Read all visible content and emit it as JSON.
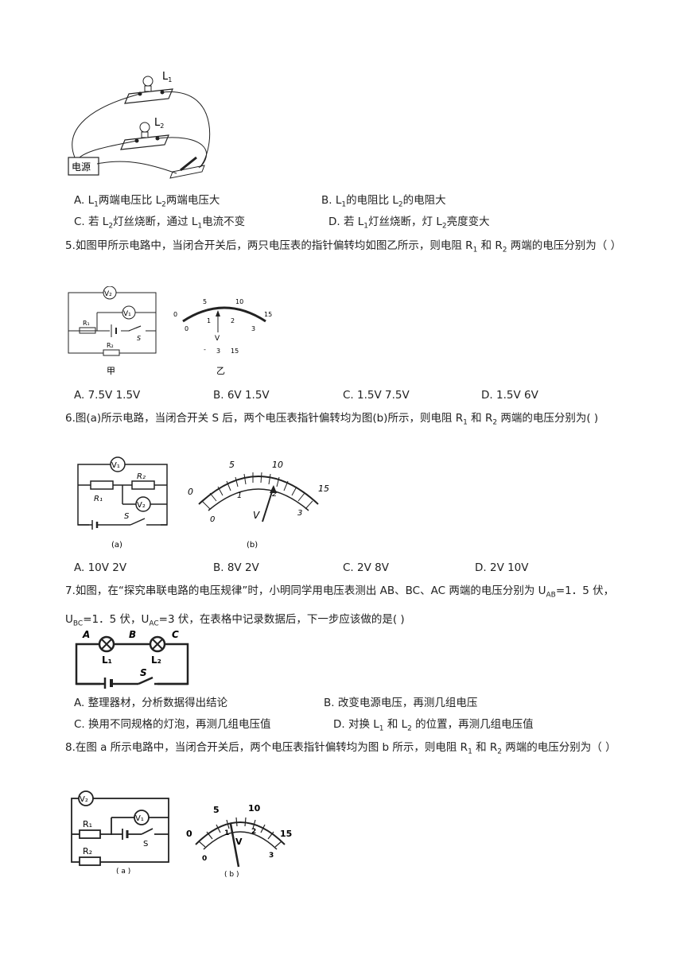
{
  "q4": {
    "figure": {
      "label_l1": "L",
      "label_l1_sub": "1",
      "label_l2": "L",
      "label_l2_sub": "2",
      "label_source": "电源"
    },
    "options": {
      "a": {
        "pre": "A. L",
        "s1": "1",
        "mid": "两端电压比 L",
        "s2": "2",
        "post": "两端电压大"
      },
      "b": {
        "pre": "B. L",
        "s1": "1",
        "mid": "的电阻比 L",
        "s2": "2",
        "post": "的电阻大"
      },
      "c": {
        "pre": "C. 若 L",
        "s1": "2",
        "mid": "灯丝烧断，通过 L",
        "s2": "1",
        "post": "电流不变"
      },
      "d": {
        "pre": "D. 若 L",
        "s1": "1",
        "mid": "灯丝烧断，灯 L",
        "s2": "2",
        "post": "亮度变大"
      }
    }
  },
  "q5": {
    "stem_a": "5.如图甲所示电路中，当闭合开关后，两只电压表的指针偏转均如图乙所示，则电阻 R",
    "stem_s1": "1",
    "stem_b": " 和 R",
    "stem_s2": "2",
    "stem_c": " 两端的电压分别为（    ）",
    "figure": {
      "v2": "V₂",
      "v1": "V₁",
      "r1": "R₁",
      "r2": "R₂",
      "s": "S",
      "caption_a": "甲",
      "caption_b": "乙",
      "scale_top": [
        "0",
        "5",
        "10",
        "15"
      ],
      "scale_bottom": [
        "0",
        "1",
        "2",
        "3"
      ],
      "v_label": "V",
      "terminals": [
        "-",
        "3",
        "15"
      ]
    },
    "options": [
      "A. 7.5V   1.5V",
      "B. 6V   1.5V",
      "C. 1.5V   7.5V",
      "D. 1.5V   6V"
    ]
  },
  "q6": {
    "stem_a": "6.图(a)所示电路，当闭合开关 S 后，两个电压表指针偏转均为图(b)所示，则电阻 R",
    "stem_s1": "1",
    "stem_b": " 和 R",
    "stem_s2": "2",
    "stem_c": " 两端的电压分别为(     )",
    "figure": {
      "v1": "V₁",
      "v2": "V₂",
      "r1": "R₁",
      "r2": "R₂",
      "s": "S",
      "caption_a": "(a)",
      "caption_b": "(b)",
      "scale_top": [
        "0",
        "5",
        "10",
        "15"
      ],
      "scale_bottom": [
        "0",
        "1",
        "2",
        "3"
      ],
      "v_label": "V"
    },
    "options": [
      "A. 10V   2V",
      "B. 8V   2V",
      "C. 2V   8V",
      "D. 2V   10V"
    ]
  },
  "q7": {
    "stem_a": "7.如图，在“探究串联电路的电压规律”时，小明同学用电压表测出 AB、BC、AC 两端的电压分别为 U",
    "stem_s1": "AB",
    "stem_b": "=1．5 伏，U",
    "stem_s2": "BC",
    "stem_c": "=1．5 伏，U",
    "stem_s3": "AC",
    "stem_d": "=3 伏，在表格中记录数据后，下一步应该做的是(     )",
    "figure": {
      "a": "A",
      "b": "B",
      "c": "C",
      "l1": "L₁",
      "l2": "L₂",
      "s": "S"
    },
    "options": {
      "a": "A. 整理器材，分析数据得出结论",
      "b": "B. 改变电源电压，再测几组电压",
      "c": "C. 换用不同规格的灯泡，再测几组电压值",
      "d_pre": "D. 对换 L",
      "d_s1": "1",
      "d_mid": " 和 L",
      "d_s2": "2",
      "d_post": " 的位置，再测几组电压值"
    }
  },
  "q8": {
    "stem_a": "8.在图 a 所示电路中，当闭合开关后，两个电压表指针偏转均为图 b 所示，则电阻 R",
    "stem_s1": "1",
    "stem_b": " 和 R",
    "stem_s2": "2",
    "stem_c": " 两端的电压分别为（     ）",
    "figure": {
      "v2": "V₂",
      "v1": "V₁",
      "r1": "R₁",
      "r2": "R₂",
      "s": "S",
      "caption_a": "( a )",
      "caption_b": "( b )",
      "scale_top": [
        "0",
        "5",
        "10",
        "15"
      ],
      "scale_bottom": [
        "0",
        "1",
        "2",
        "3"
      ],
      "v_label": "V"
    }
  }
}
